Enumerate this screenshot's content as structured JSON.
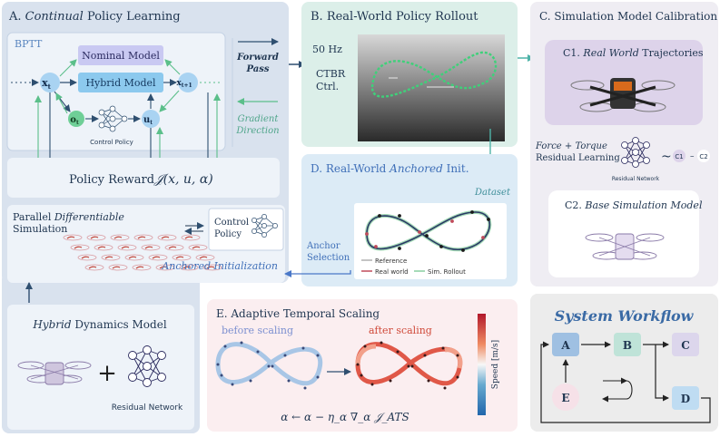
{
  "panel_a": {
    "title_prefix": "A. ",
    "title_italic": "Continual",
    "title_rest": " Policy Learning",
    "bptt": "BPTT",
    "nominal_model": "Nominal Model",
    "hybrid_model": "Hybrid Model",
    "x_t": "x",
    "x_t_sub": "t",
    "x_t1": "x",
    "x_t1_sub": "t+1",
    "o_t": "o",
    "o_t_sub": "t",
    "u_t": "u",
    "u_t_sub": "t",
    "control_policy_small": "Control Policy",
    "forward_pass_1": "Forward",
    "forward_pass_2": "Pass",
    "gradient_1": "Gradient",
    "gradient_2": "Direction",
    "policy_reward": "Policy Reward",
    "reward_formula": "𝒥(x, u, α)",
    "parallel_1a": "Parallel ",
    "parallel_1b": "Differentiable",
    "parallel_2": "Simulation",
    "control_policy_1": "Control",
    "control_policy_2": "Policy",
    "anchored_init": "Anchored Initialization",
    "hybrid_dyn_italic": "Hybrid",
    "hybrid_dyn_rest": " Dynamics Model",
    "plus": "+",
    "residual_network": "Residual Network"
  },
  "panel_b": {
    "title": "B. Real-World Policy Rollout",
    "rate": "50 Hz",
    "ctbr_1": "CTBR",
    "ctbr_2": "Ctrl."
  },
  "panel_c": {
    "title": "C. Simulation Model Calibration",
    "c1_prefix": "C1. ",
    "c1_italic": "Real World",
    "c1_rest": " Trajectories",
    "force_torque": "Force + Torque",
    "residual_learning": "Residual Learning",
    "residual_network_small": "Residual Network",
    "tilde": "~",
    "c1_badge": "C1",
    "dash": "–",
    "c2_badge": "C2",
    "c2_prefix": "C2. ",
    "c2_italic": "Base Simulation Model"
  },
  "panel_d": {
    "title_prefix": "D. Real-World ",
    "title_italic": "Anchored",
    "title_rest": " Init.",
    "dataset": "Dataset",
    "anchor_1": "Anchor",
    "anchor_2": "Selection",
    "legend_reference": "Reference",
    "legend_real": "Real world",
    "legend_sim": "Sim. Rollout"
  },
  "panel_e": {
    "title": "E. Adaptive Temporal Scaling",
    "before": "before scaling",
    "after": "after scaling",
    "speed_label": "Speed [m/s]",
    "formula": "α ← α − η_α ∇_α 𝒥_ATS"
  },
  "workflow": {
    "title": "System Workflow",
    "node_a": "A",
    "node_b": "B",
    "node_c": "C",
    "node_d": "D",
    "node_e": "E"
  },
  "colors": {
    "panel_a_bg": "#d9e2ee",
    "panel_b_bg": "#dcefe9",
    "panel_c_bg": "#efedf3",
    "panel_d_bg": "#dcebf6",
    "panel_e_bg": "#fbeef0",
    "nominal_fill": "#c9c9f2",
    "hybrid_fill": "#8cc9ee",
    "accent_green": "#6fcf97",
    "accent_blue": "#4a78c8",
    "arrow_dark": "#2f4f70",
    "workflow_title": "#3a6aa5"
  }
}
